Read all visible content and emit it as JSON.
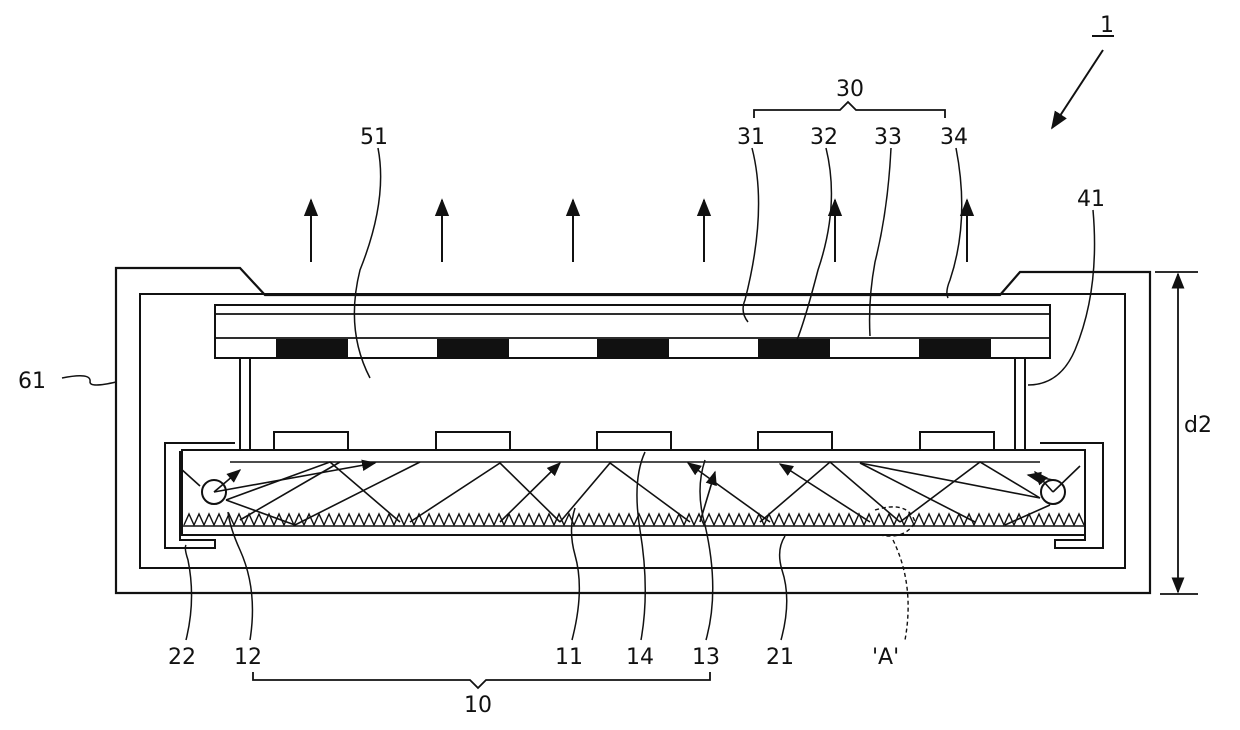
{
  "figure": {
    "assembly_label": "1",
    "dimension_label": "d2",
    "detail_label": "'A'"
  },
  "labels": {
    "optical_film_group": "30",
    "film_31": "31",
    "film_32": "32",
    "film_33": "33",
    "film_34": "34",
    "spacer_41": "41",
    "air_gap_51": "51",
    "housing_61": "61",
    "light_guide_group": "10",
    "guide_plate_11": "11",
    "light_source_12": "12",
    "pattern_13": "13",
    "lens_14": "14",
    "reflector_21": "21",
    "frame_22": "22"
  }
}
